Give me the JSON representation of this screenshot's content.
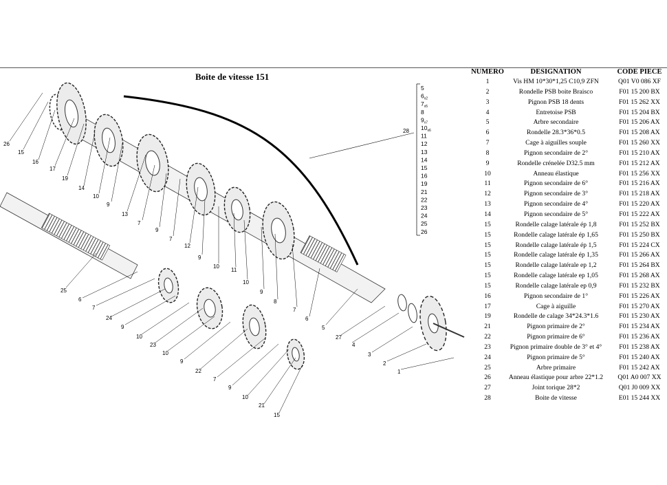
{
  "title": "Boite de vitesse 151",
  "table": {
    "headers": {
      "numero": "NUMERO",
      "designation": "DESIGNATION",
      "code": "CODE PIECE"
    },
    "rows": [
      {
        "num": "1",
        "des": "Vis HM 10*30*1,25 C10,9 ZFN",
        "code": "Q01 V0 086 XF"
      },
      {
        "num": "2",
        "des": "Rondelle PSB boite Braisco",
        "code": "F01 15 200 BX"
      },
      {
        "num": "3",
        "des": "Pignon PSB 18 dents",
        "code": "F01 15 262 XX"
      },
      {
        "num": "4",
        "des": "Entretoise PSB",
        "code": "F01 15 204 BX"
      },
      {
        "num": "5",
        "des": "Arbre secondaire",
        "code": "F01 15 206 AX"
      },
      {
        "num": "6",
        "des": "Rondelle 28.3*36*0.5",
        "code": "F01 15 208 AX"
      },
      {
        "num": "7",
        "des": "Cage à aiguilles souple",
        "code": "F01 15 260 XX"
      },
      {
        "num": "8",
        "des": "Pignon secondaire de 2°",
        "code": "F01 15 210 AX"
      },
      {
        "num": "9",
        "des": "Rondelle crénelée D32.5 mm",
        "code": "F01 15 212 AX"
      },
      {
        "num": "10",
        "des": "Anneau élastique",
        "code": "F01 15 256 XX"
      },
      {
        "num": "11",
        "des": "Pignon secondaire de 6°",
        "code": "F01 15 216 AX"
      },
      {
        "num": "12",
        "des": "Pignon secondaire de 3°",
        "code": "F01 15 218 AX"
      },
      {
        "num": "13",
        "des": "Pignon secondaire de 4°",
        "code": "F01 15 220 AX"
      },
      {
        "num": "14",
        "des": "Pignon secondaire de 5°",
        "code": "F01 15 222 AX"
      },
      {
        "num": "15",
        "des": "Rondelle calage latérale ép 1,8",
        "code": "F01 15 252 BX"
      },
      {
        "num": "15",
        "des": "Rondelle calage latérale ép 1,65",
        "code": "F01 15 250 BX"
      },
      {
        "num": "15",
        "des": "Rondelle calage latérale ép 1,5",
        "code": "F01 15 224 CX"
      },
      {
        "num": "15",
        "des": "Rondelle calage latérale ép 1,35",
        "code": "F01 15 266 AX"
      },
      {
        "num": "15",
        "des": "Rondelle calage latérale ep 1,2",
        "code": "F01 15 264 BX"
      },
      {
        "num": "15",
        "des": "Rondelle calage latérale ep 1,05",
        "code": "F01 15 268 AX"
      },
      {
        "num": "15",
        "des": "Rondelle calage latérale ep 0,9",
        "code": "F01 15 232 BX"
      },
      {
        "num": "16",
        "des": "Pignon secondaire de 1°",
        "code": "F01 15 226 AX"
      },
      {
        "num": "17",
        "des": "Cage à aiguille",
        "code": "F01 15 270 AX"
      },
      {
        "num": "19",
        "des": "Rondelle de calage 34*24.3*1.6",
        "code": "F01 15 230 AX"
      },
      {
        "num": "21",
        "des": "Pignon primaire de 2°",
        "code": "F01 15 234 AX"
      },
      {
        "num": "22",
        "des": "Pignon primaire de 6°",
        "code": "F01 15 236 AX"
      },
      {
        "num": "23",
        "des": "Pignon primaire double de 3° et 4°",
        "code": "F01 15 238 AX"
      },
      {
        "num": "24",
        "des": "Pignon primaire de 5°",
        "code": "F01 15 240 AX"
      },
      {
        "num": "25",
        "des": "Arbre primaire",
        "code": "F01 15 242 AX"
      },
      {
        "num": "26",
        "des": "Anneau élastique pour arbre 22*1.2",
        "code": "Q01 A0 007 XX"
      },
      {
        "num": "27",
        "des": "Joint torique 28*2",
        "code": "Q01 J0 009 XX"
      },
      {
        "num": "28",
        "des": "Boite de vitesse",
        "code": "E01 15 244 XX"
      }
    ]
  },
  "diagram": {
    "callouts": {
      "c26": "26",
      "c15a": "15",
      "c16": "16",
      "c17": "17",
      "c19": "19",
      "c14": "14",
      "c10a": "10",
      "c9a": "9",
      "c13": "13",
      "c7a": "7",
      "c9b": "9",
      "c7b": "7",
      "c12": "12",
      "c9c": "9",
      "c10b": "10",
      "c11": "11",
      "c10c": "10",
      "c9d": "9",
      "c8": "8",
      "c7c": "7",
      "c6a": "6",
      "c5": "5",
      "c28": "28",
      "c27": "27",
      "c4": "4",
      "c3": "3",
      "c2": "2",
      "c1": "1",
      "c25": "25",
      "c6b": "6",
      "c7d": "7",
      "c24": "24",
      "c9e": "9",
      "c10d": "10",
      "c23": "23",
      "c10e": "10",
      "c9f": "9",
      "c22": "22",
      "c7e": "7",
      "c9g": "9",
      "c10f": "10",
      "c21": "21",
      "c15b": "15"
    },
    "legend": [
      {
        "n": "5",
        "sub": ""
      },
      {
        "n": "6",
        "sub": "x2"
      },
      {
        "n": "7",
        "sub": "x5"
      },
      {
        "n": "8",
        "sub": ""
      },
      {
        "n": "9",
        "sub": "x7"
      },
      {
        "n": "10",
        "sub": "x6"
      },
      {
        "n": "11",
        "sub": ""
      },
      {
        "n": "12",
        "sub": ""
      },
      {
        "n": "13",
        "sub": ""
      },
      {
        "n": "14",
        "sub": ""
      },
      {
        "n": "15",
        "sub": ""
      },
      {
        "n": "16",
        "sub": ""
      },
      {
        "n": "19",
        "sub": ""
      },
      {
        "n": "21",
        "sub": ""
      },
      {
        "n": "22",
        "sub": ""
      },
      {
        "n": "23",
        "sub": ""
      },
      {
        "n": "24",
        "sub": ""
      },
      {
        "n": "25",
        "sub": ""
      },
      {
        "n": "26",
        "sub": ""
      }
    ]
  }
}
